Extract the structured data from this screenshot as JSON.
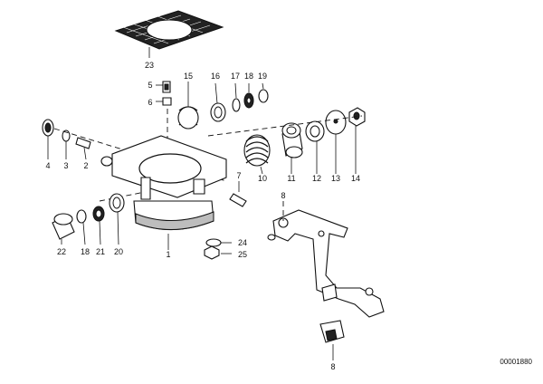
{
  "diagram": {
    "reference_code": "00001880",
    "callouts": [
      {
        "id": "c1",
        "label": "1"
      },
      {
        "id": "c2",
        "label": "2"
      },
      {
        "id": "c3",
        "label": "3"
      },
      {
        "id": "c4",
        "label": "4"
      },
      {
        "id": "c5",
        "label": "5"
      },
      {
        "id": "c6",
        "label": "6"
      },
      {
        "id": "c7",
        "label": "7"
      },
      {
        "id": "c8a",
        "label": "8"
      },
      {
        "id": "c8b",
        "label": "8"
      },
      {
        "id": "c10",
        "label": "10"
      },
      {
        "id": "c11",
        "label": "11"
      },
      {
        "id": "c12",
        "label": "12"
      },
      {
        "id": "c13",
        "label": "13"
      },
      {
        "id": "c14",
        "label": "14"
      },
      {
        "id": "c15",
        "label": "15"
      },
      {
        "id": "c16",
        "label": "16"
      },
      {
        "id": "c17",
        "label": "17"
      },
      {
        "id": "c18a",
        "label": "18"
      },
      {
        "id": "c18b",
        "label": "18"
      },
      {
        "id": "c19",
        "label": "19"
      },
      {
        "id": "c20",
        "label": "20"
      },
      {
        "id": "c21",
        "label": "21"
      },
      {
        "id": "c22",
        "label": "22"
      },
      {
        "id": "c23",
        "label": "23"
      },
      {
        "id": "c24",
        "label": "24"
      },
      {
        "id": "c25",
        "label": "25"
      }
    ]
  }
}
